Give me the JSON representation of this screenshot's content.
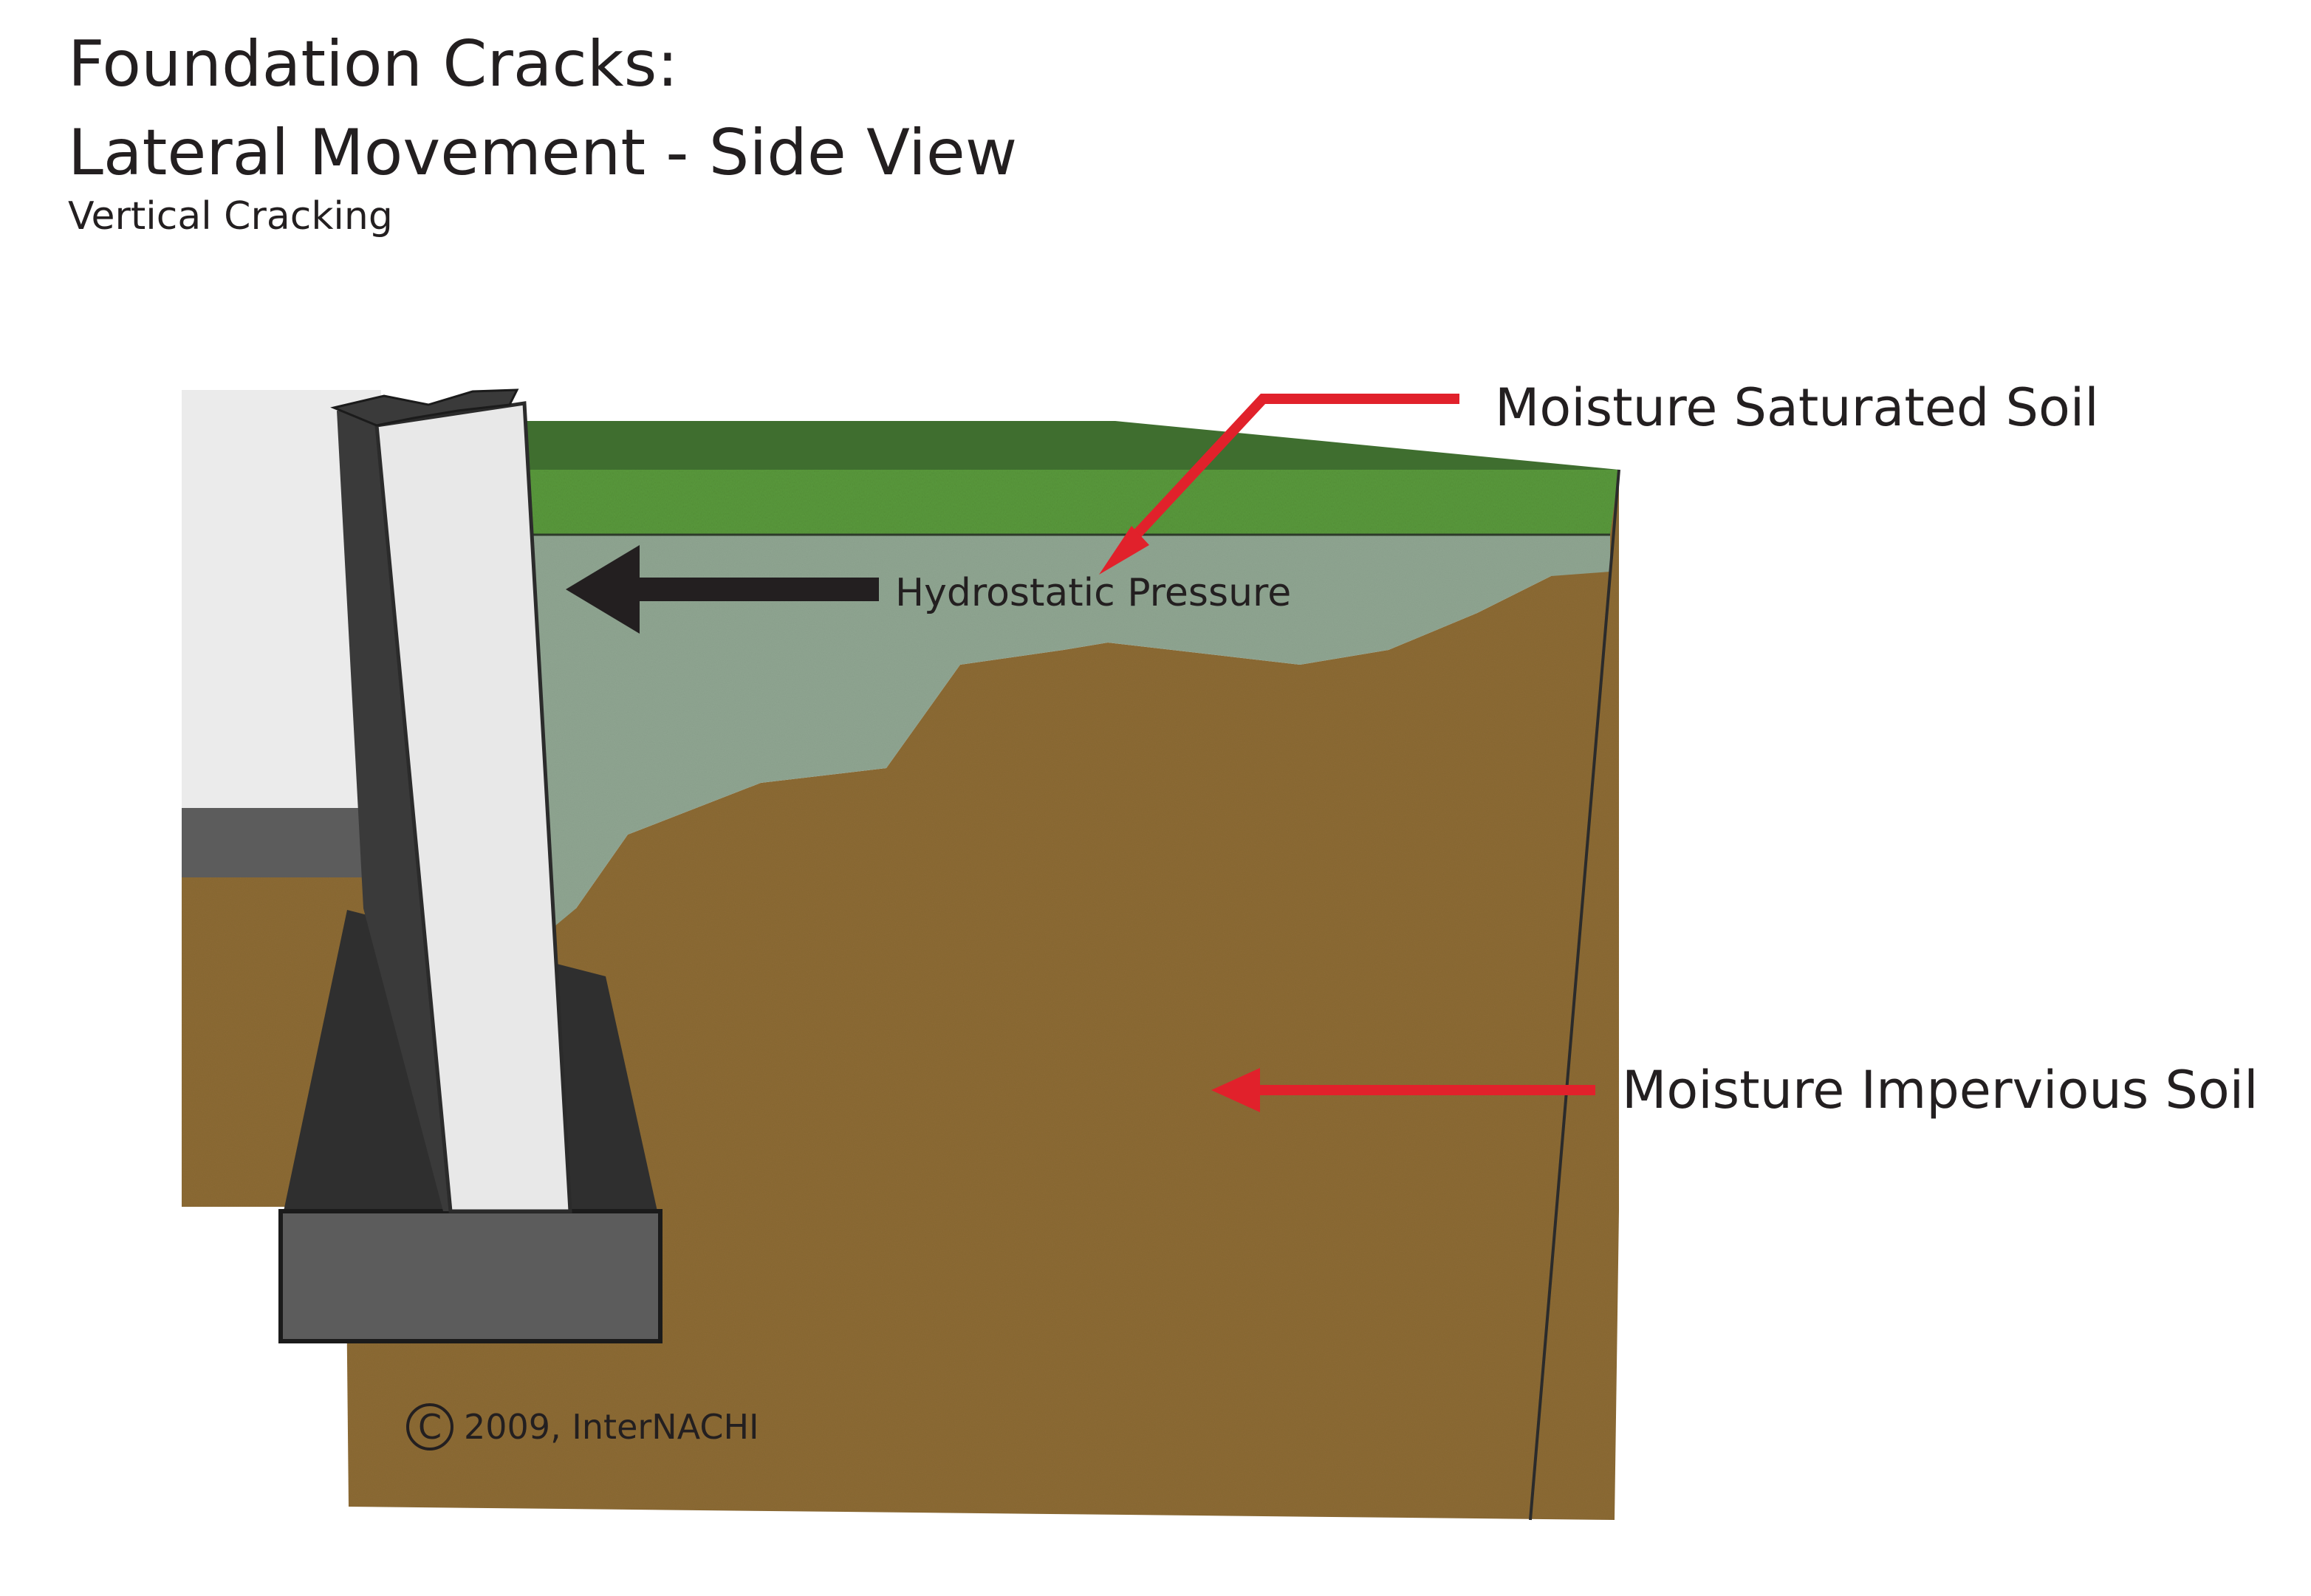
{
  "title": {
    "line1": "Foundation Cracks:",
    "line2": "Lateral Movement - Side View",
    "subtitle": "Vertical Cracking"
  },
  "labels": {
    "saturated_soil": "Moisture Saturated Soil",
    "impervious_soil": "Moisture Impervious Soil",
    "hydrostatic_pressure": "Hydrostatic Pressure"
  },
  "copyright": {
    "symbol": "C",
    "text": "2009, InterNACHI"
  },
  "colors": {
    "grass": "#5a9a3c",
    "grass_top": "#3f6e2f",
    "saturated_soil": "#8fa591",
    "impervious_soil": "#8c6a34",
    "concrete_light": "#e8e8e8",
    "concrete_dark": "#3a3a3a",
    "footing_front": "#5c5c5c",
    "arrow_red": "#e1212b",
    "arrow_black": "#231f20"
  }
}
